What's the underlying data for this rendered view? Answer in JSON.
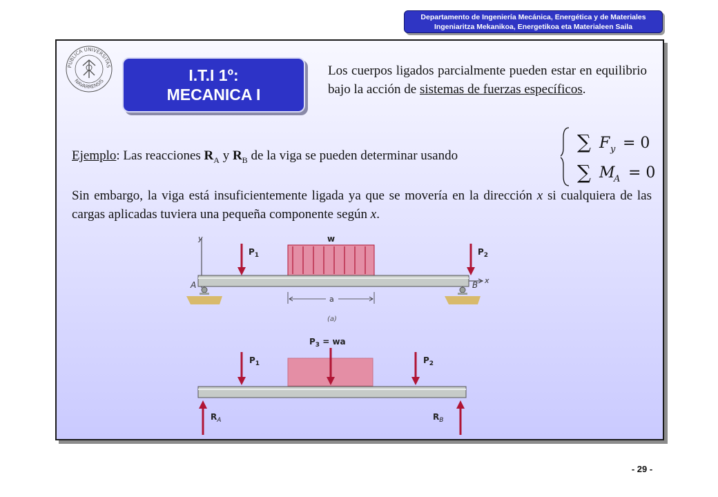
{
  "header": {
    "dept_line1": "Departamento de Ingeniería Mecánica, Energética y de Materiales",
    "dept_line2": "Ingeniaritza Mekanikoa, Energetikoa eta Materialeen Saila"
  },
  "badge": {
    "line1": "I.T.I 1º:",
    "line2": "MECANICA I"
  },
  "seal_text": [
    "PUBLICA UNIVERSITAS",
    "NAVARRENSIS"
  ],
  "intro": {
    "text_before": "Los cuerpos ligados parcialmente pueden estar en equilibrio bajo la acción de ",
    "underlined": "sistemas de fuerzas específicos",
    "text_after": "."
  },
  "ejemplo": {
    "label": "Ejemplo",
    "t1": ": Las reacciones ",
    "R": "R",
    "subA": "A",
    "t2": " y ",
    "subB": "B",
    "t3": " de la viga se pueden determinar usando"
  },
  "equations": {
    "eq1_var": "F",
    "eq1_sub": "y",
    "eq2_var": "M",
    "eq2_sub": "A",
    "eq_rhs": "= 0"
  },
  "sin_embargo": {
    "t1": "Sin embargo, la viga está insuficientemente ligada ya que se movería en la dirección ",
    "x1": "x",
    "t2": " si cualquiera de las cargas aplicadas tuviera una pequeña componente según ",
    "x2": "x",
    "t3": "."
  },
  "figure_a": {
    "y_axis": "y",
    "x_axis": "x",
    "P": "P",
    "P1_sub": "1",
    "P2_sub": "2",
    "w": "w",
    "A": "A",
    "B": "B",
    "a": "a",
    "caption": "(a)"
  },
  "figure_b": {
    "P": "P",
    "P1_sub": "1",
    "P2_sub": "2",
    "P3_sub": "3",
    "P3_rhs": " = wa",
    "R": "R",
    "RA_sub": "A",
    "RB_sub": "B"
  },
  "colors": {
    "load_fill": "#e48ea5",
    "arrow": "#b01535",
    "beam": "#c6cbc8",
    "support": "#d8ba6c",
    "badge_blue": "#2d33c7"
  },
  "page_number": "- 29 -"
}
